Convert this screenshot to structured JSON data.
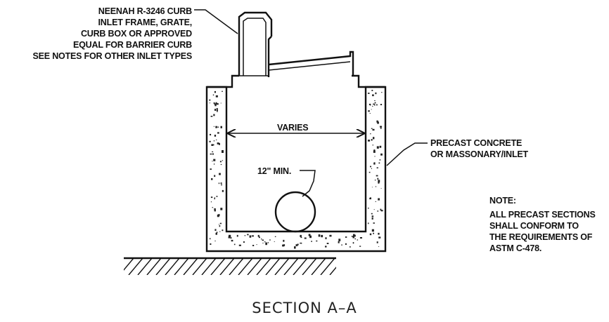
{
  "labels": {
    "frame_note": [
      "NEENAH R-3246 CURB",
      "INLET FRAME, GRATE,",
      "CURB BOX OR APPROVED",
      "EQUAL FOR BARRIER CURB",
      "SEE NOTES FOR OTHER INLET TYPES"
    ],
    "varies": "VARIES",
    "pipe_min": "12\" MIN.",
    "structure_note": [
      "PRECAST CONCRETE",
      "OR MASSONARY/INLET"
    ],
    "note_heading": "NOTE:",
    "note_body": [
      "ALL PRECAST SECTIONS",
      "SHALL CONFORM TO",
      "THE REQUIREMENTS OF",
      "ASTM C-478."
    ]
  },
  "title": "SECTION A–A",
  "colors": {
    "line": "#111111",
    "background": "#ffffff"
  }
}
